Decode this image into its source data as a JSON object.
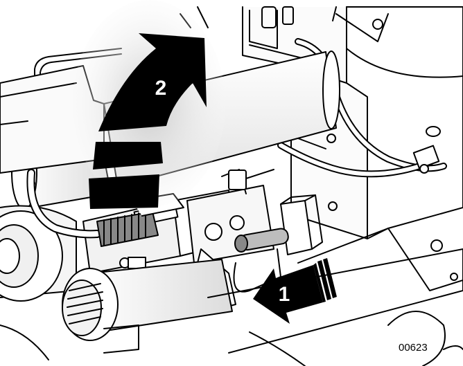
{
  "steps": [
    {
      "number": "1",
      "action": "push",
      "color": "#000000"
    },
    {
      "number": "2",
      "action": "rotate",
      "color": "#000000"
    }
  ],
  "figure_code": "00623",
  "colors": {
    "line": "#000000",
    "fill": "#ffffff",
    "shade": "#e6e6e6",
    "arrow": "#000000"
  }
}
